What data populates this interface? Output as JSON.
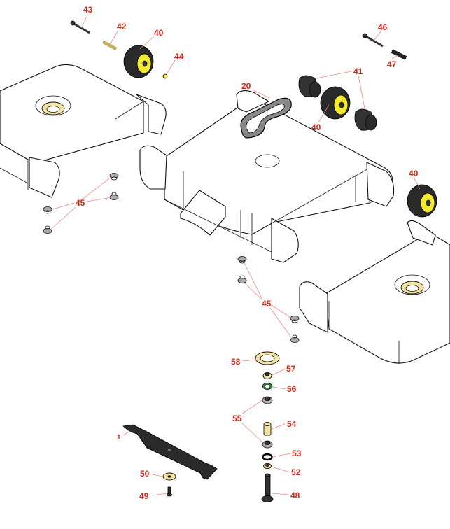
{
  "diagram": {
    "type": "exploded-parts-diagram",
    "callouts": {
      "c43": "43",
      "c42": "42",
      "c40a": "40",
      "c44": "44",
      "c46": "46",
      "c47": "47",
      "c41": "41",
      "c20": "20",
      "c40b": "40",
      "c40c": "40",
      "c45a": "45",
      "c45b": "45",
      "c58": "58",
      "c57": "57",
      "c56": "56",
      "c55": "55",
      "c54": "54",
      "c53": "53",
      "c52": "52",
      "c1": "1",
      "c50": "50",
      "c49": "49",
      "c48": "48"
    },
    "colors": {
      "callout": "#d42a1a",
      "leader": "#f08a80",
      "hub": "#f2ea2a",
      "tan": "#f3e3a0"
    }
  }
}
